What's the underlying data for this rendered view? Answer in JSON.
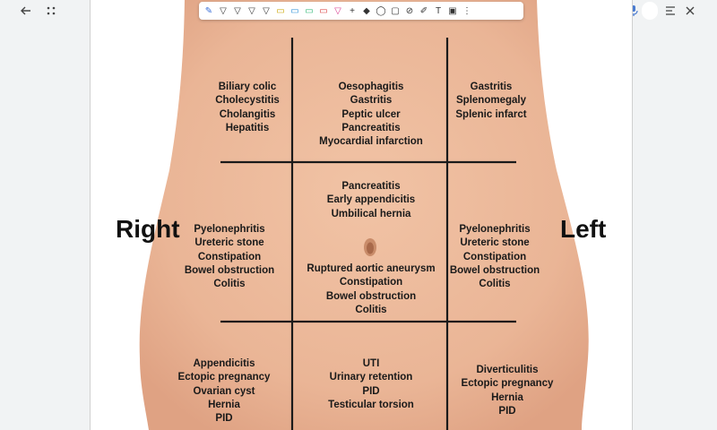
{
  "browser": {
    "back_icon": "arrow-left-icon",
    "grid_icon": "apps-icon",
    "mic_icon": "mic-icon",
    "menu_icon": "list-icon",
    "close_icon": "close-icon"
  },
  "toolbar": {
    "tools": [
      "pen",
      "pen-1",
      "pen-2",
      "pen-3",
      "pen-4",
      "highlighter-1",
      "highlighter-2",
      "highlighter-3",
      "highlighter-4",
      "pen-5",
      "add",
      "eraser",
      "lasso",
      "shapes",
      "link",
      "laser",
      "text",
      "image",
      "more"
    ]
  },
  "diagram": {
    "side_right": "Right",
    "side_left": "Left",
    "regions": [
      {
        "id": "right-hypochondriac",
        "lines": [
          "Biliary colic",
          "Cholecystitis",
          "Cholangitis",
          "Hepatitis"
        ]
      },
      {
        "id": "epigastric",
        "lines": [
          "Oesophagitis",
          "Gastritis",
          "Peptic ulcer",
          "Pancreatitis",
          "Myocardial infarction"
        ]
      },
      {
        "id": "left-hypochondriac",
        "lines": [
          "Gastritis",
          "Splenomegaly",
          "Splenic infarct"
        ]
      },
      {
        "id": "right-lumbar",
        "lines": [
          "Pyelonephritis",
          "Ureteric stone",
          "Constipation",
          "Bowel obstruction",
          "Colitis"
        ]
      },
      {
        "id": "umbilical-upper",
        "lines": [
          "Pancreatitis",
          "Early appendicitis",
          "Umbilical hernia"
        ]
      },
      {
        "id": "umbilical-lower",
        "lines": [
          "Ruptured aortic aneurysm",
          "Constipation",
          "Bowel obstruction",
          "Colitis"
        ]
      },
      {
        "id": "left-lumbar",
        "lines": [
          "Pyelonephritis",
          "Ureteric stone",
          "Constipation",
          "Bowel obstruction",
          "Colitis"
        ]
      },
      {
        "id": "right-iliac",
        "lines": [
          "Appendicitis",
          "Ectopic pregnancy",
          "Ovarian cyst",
          "Hernia",
          "PID"
        ]
      },
      {
        "id": "suprapubic",
        "lines": [
          "UTI",
          "Urinary retention",
          "PID",
          "Testicular torsion"
        ]
      },
      {
        "id": "left-iliac",
        "lines": [
          "Diverticulitis",
          "Ectopic pregnancy",
          "Hernia",
          "PID"
        ]
      }
    ]
  }
}
